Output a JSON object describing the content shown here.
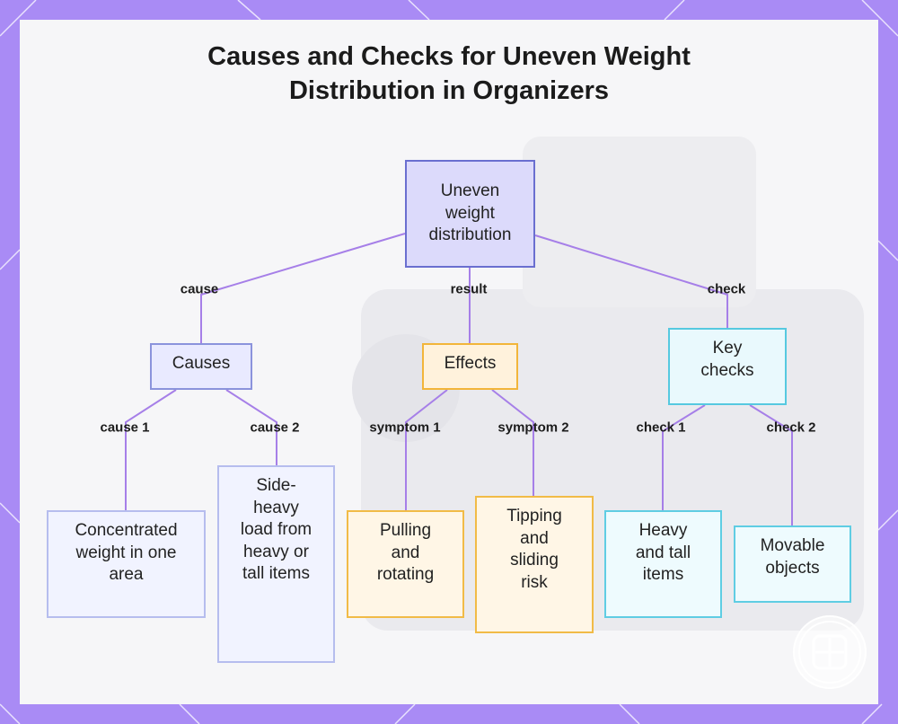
{
  "title": "Causes and Checks for Uneven Weight\nDistribution in Organizers",
  "colors": {
    "frame": "#a98bf5",
    "panel": "#f6f6f8",
    "connector": "#a67fe8",
    "purple_border": "#6a6fd0",
    "orange_border": "#f2b53a",
    "cyan_border": "#56c9e0"
  },
  "nodes": {
    "root": "Uneven\nweight\ndistribution",
    "causes": "Causes",
    "effects": "Effects",
    "checks": "Key\nchecks",
    "cause1": "Concentrated\nweight in one\narea",
    "cause2": "Side-\nheavy\nload from\nheavy or\ntall items",
    "symptom1": "Pulling\nand\nrotating",
    "symptom2": "Tipping\nand\nsliding\nrisk",
    "check1": "Heavy\nand tall\nitems",
    "check2": "Movable\nobjects"
  },
  "edges": {
    "cause": "cause",
    "result": "result",
    "check": "check",
    "cause1": "cause 1",
    "cause2": "cause 2",
    "symptom1": "symptom 1",
    "symptom2": "symptom 2",
    "check1": "check 1",
    "check2": "check 2"
  },
  "logo_icon": "grid-app-icon"
}
